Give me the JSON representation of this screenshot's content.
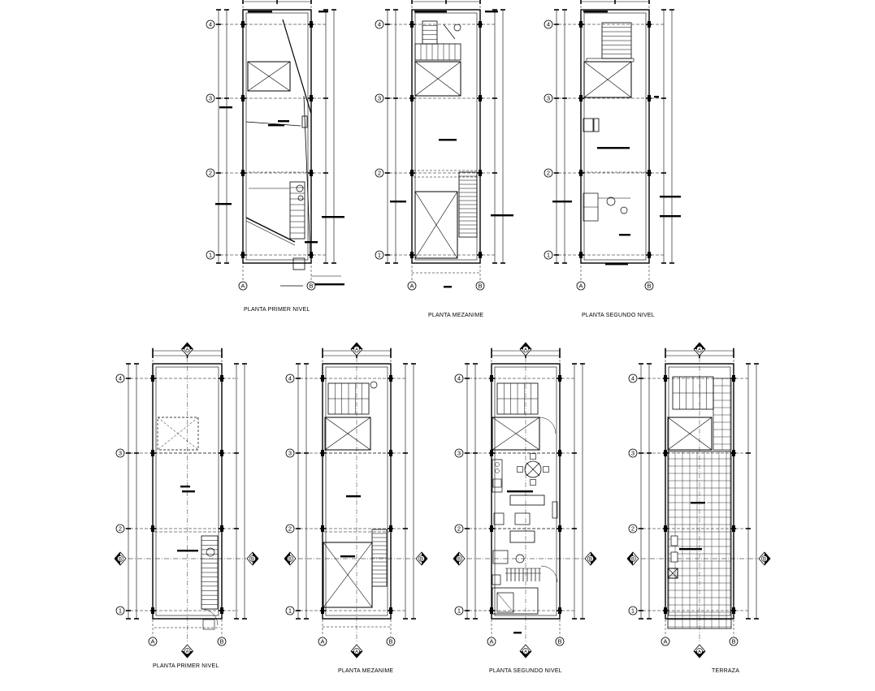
{
  "plans": [
    {
      "id": "top-1",
      "title": "PLANTA PRIMER NIVEL",
      "rows": [
        "4",
        "3",
        "2",
        "1"
      ],
      "cols": [
        "A",
        "B"
      ]
    },
    {
      "id": "top-2",
      "title": "PLANTA MEZANIME",
      "rows": [
        "4",
        "3",
        "2",
        "1"
      ],
      "cols": [
        "A",
        "B"
      ]
    },
    {
      "id": "top-3",
      "title": "PLANTA SEGUNDO NIVEL",
      "rows": [
        "4",
        "3",
        "2",
        "1"
      ],
      "cols": [
        "A",
        "B"
      ]
    },
    {
      "id": "bot-1",
      "title": "PLANTA PRIMER NIVEL",
      "rows": [
        "4",
        "3",
        "2",
        "1"
      ],
      "cols": [
        "A",
        "B"
      ],
      "section": [
        "A",
        "B"
      ]
    },
    {
      "id": "bot-2",
      "title": "PLANTA MEZANIME",
      "rows": [
        "4",
        "3",
        "2",
        "1"
      ],
      "cols": [
        "A",
        "B"
      ],
      "section": [
        "A",
        "B"
      ]
    },
    {
      "id": "bot-3",
      "title": "PLANTA SEGUNDO NIVEL",
      "rows": [
        "4",
        "3",
        "2",
        "1"
      ],
      "cols": [
        "A",
        "B"
      ],
      "section": [
        "A",
        "B"
      ]
    },
    {
      "id": "bot-4",
      "title": "TERRAZA",
      "rows": [
        "4",
        "3",
        "2",
        "1"
      ],
      "cols": [
        "A",
        "B"
      ],
      "section": [
        "A",
        "B"
      ]
    }
  ]
}
